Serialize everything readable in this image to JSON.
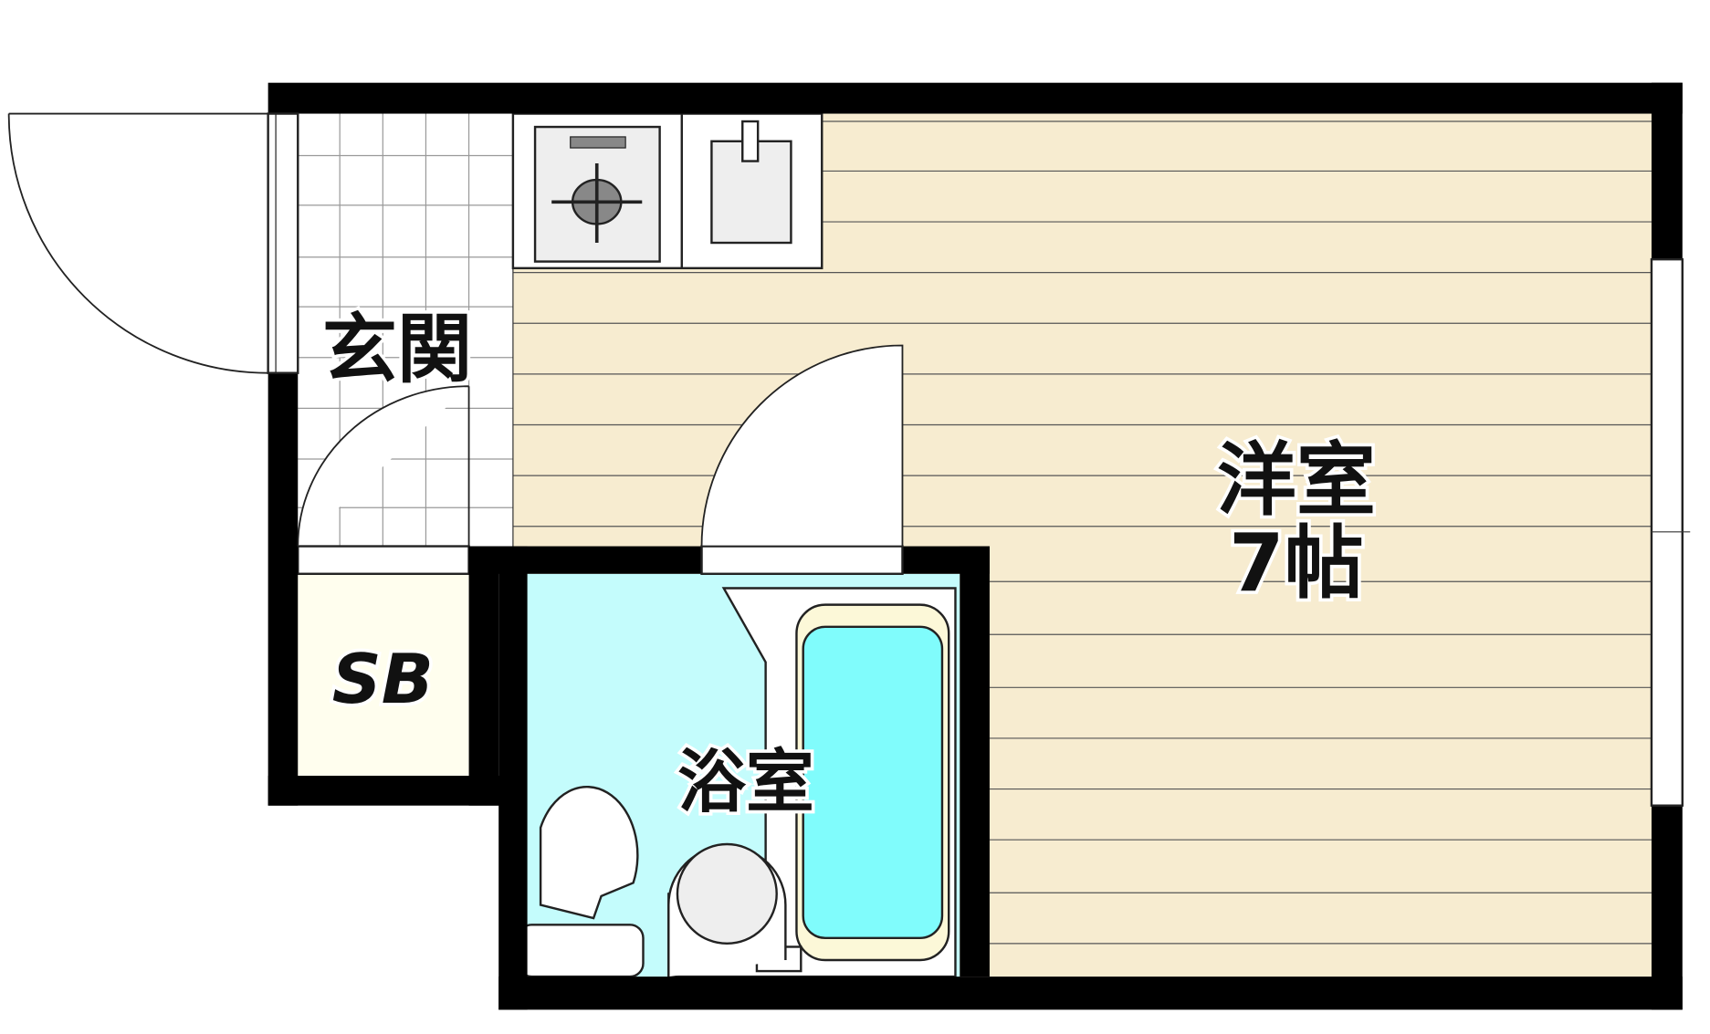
{
  "rooms": {
    "entrance": "玄関",
    "shoe_box": "SB",
    "bathroom": "浴室",
    "western_room": "洋室",
    "western_room_size": "7帖"
  },
  "colors": {
    "wall": "#000000",
    "floor": "#f7ecd0",
    "bath": "#c4fcfc",
    "tub_water": "#80fcfc",
    "tub_rim": "#fcf8d8",
    "shoe_box": "#fffeee"
  }
}
